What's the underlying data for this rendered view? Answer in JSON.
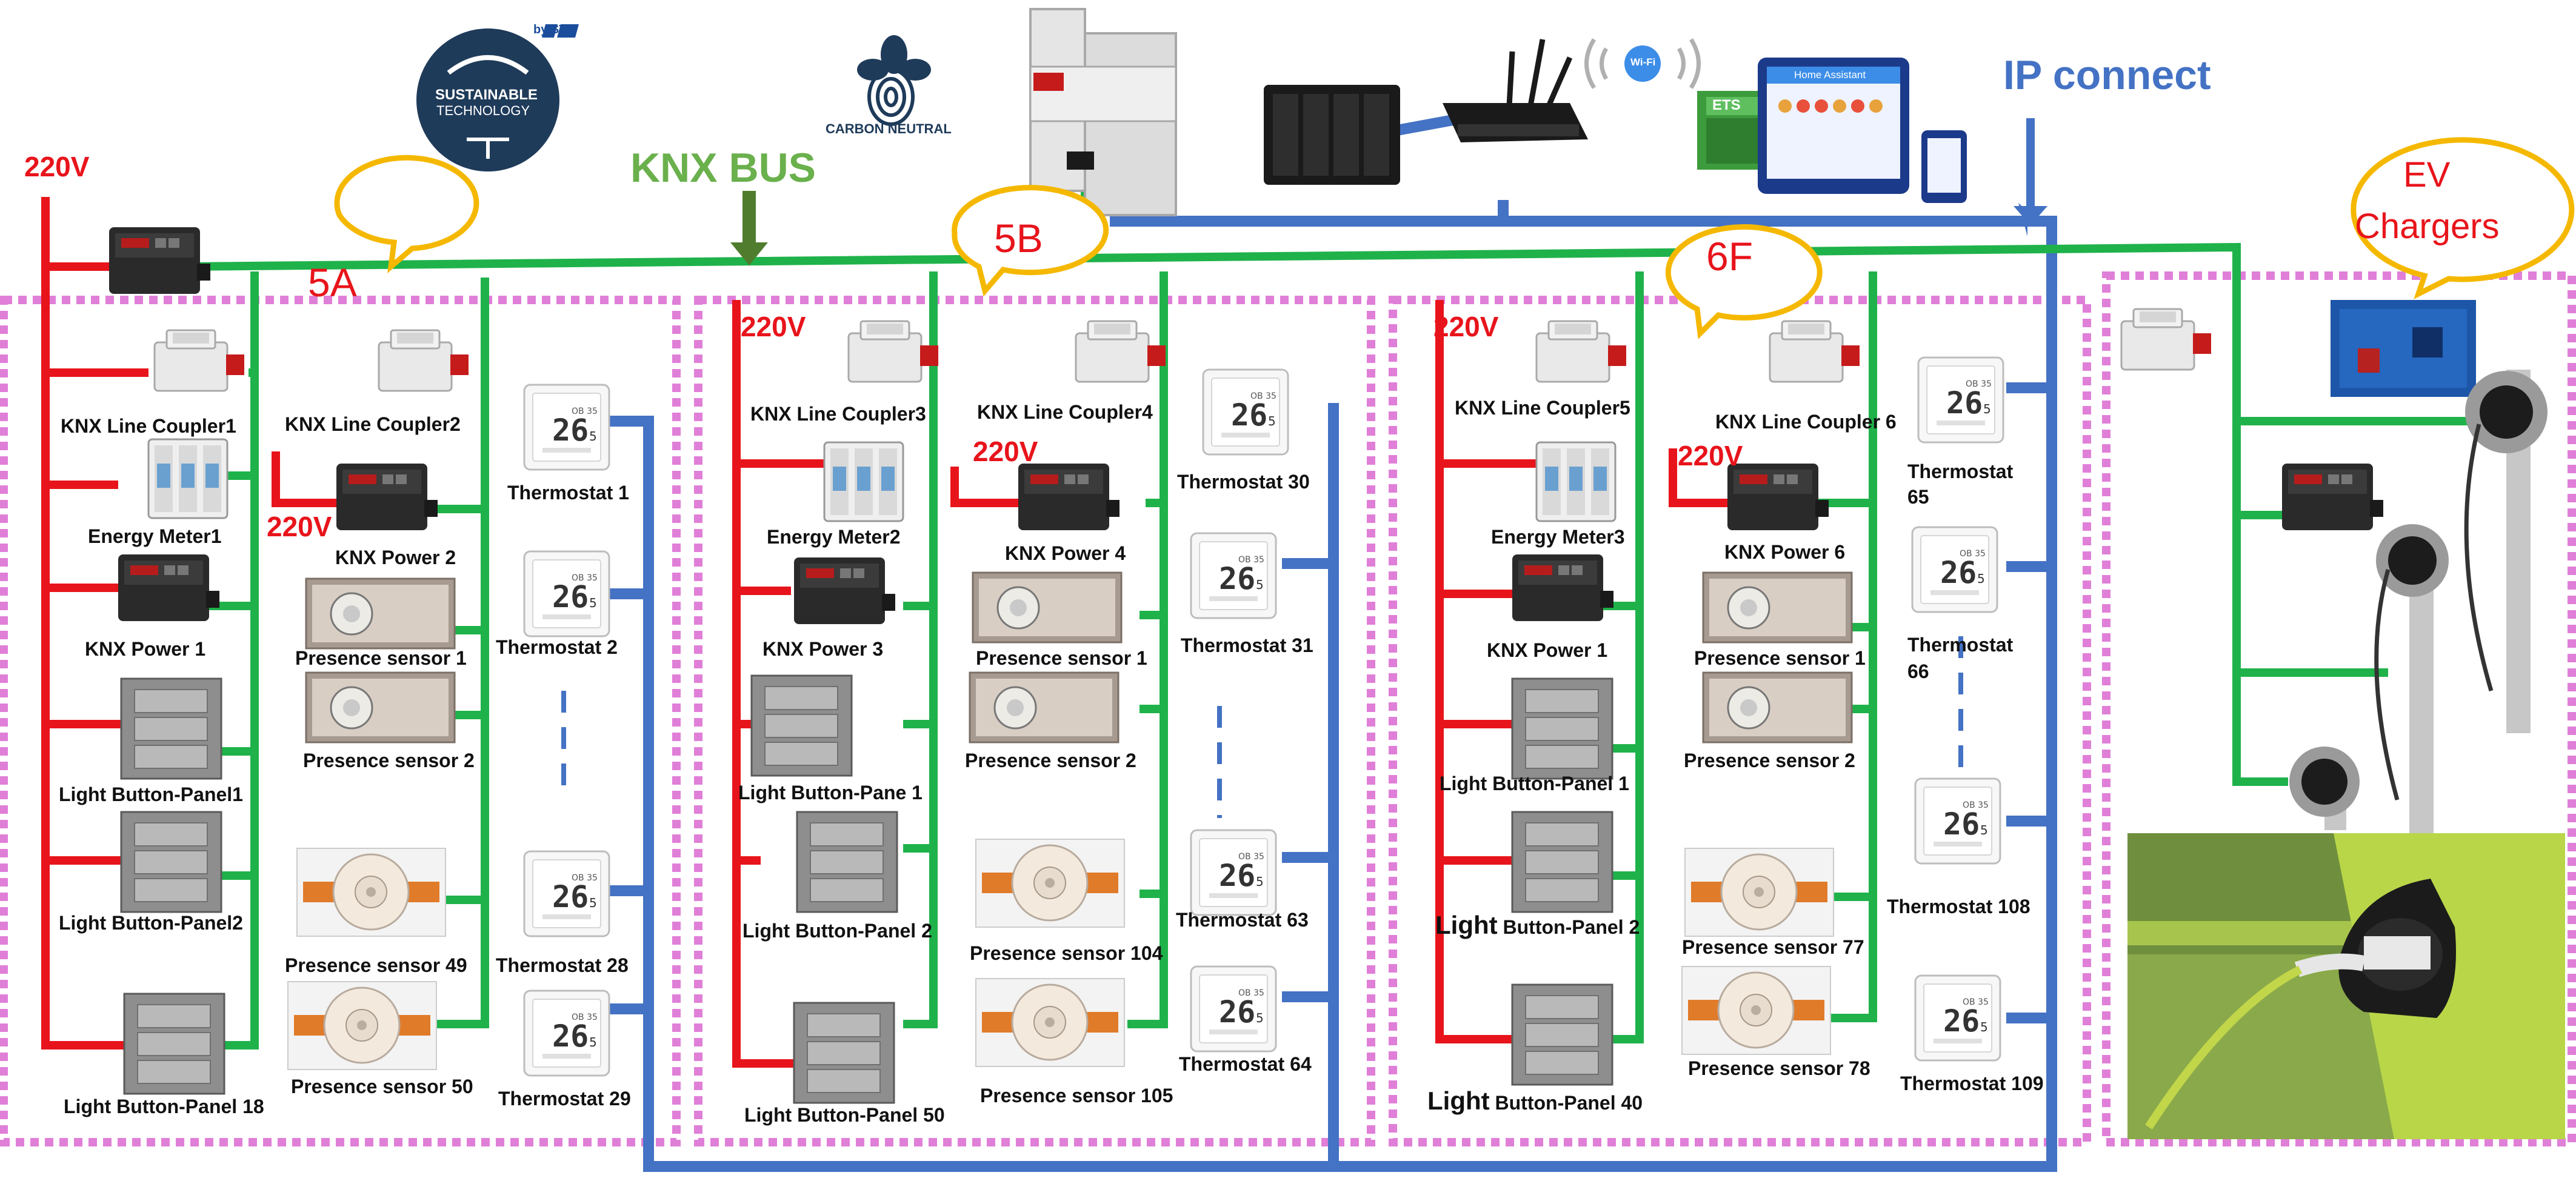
{
  "header": {
    "knx_bus": "KNX BUS",
    "ip_connect": "IP connect",
    "sustainable_logo": {
      "line1": "SUSTAINABLE",
      "line2": "TECHNOLOGY",
      "by": "by ST"
    },
    "carbon_logo": "CARBON NEUTRAL",
    "wifi": "Wi-Fi",
    "ets": "ETS",
    "home_assistant": "Home Assistant"
  },
  "voltage": "220V",
  "bubbles": {
    "z1": "5A",
    "z2": "5B",
    "z3": "6F",
    "ev_line1": "EV",
    "ev_line2": "Chargers"
  },
  "thermostat_display": "26.5",
  "zone1": {
    "coupler1": "KNX Line Coupler1",
    "coupler2": "KNX Line Coupler2",
    "energy": "Energy Meter1",
    "power_a": "KNX Power 1",
    "power_b": "KNX Power 2",
    "button1": "Light Button-Panel1",
    "button2": "Light Button-Panel2",
    "button3": "Light Button-Panel 18",
    "pres1": "Presence sensor 1",
    "pres2": "Presence sensor 2",
    "pres3": "Presence sensor 49",
    "pres4": "Presence sensor 50",
    "th1": "Thermostat 1",
    "th2": "Thermostat 2",
    "th3": "Thermostat 28",
    "th4": "Thermostat 29"
  },
  "zone2": {
    "coupler1": "KNX Line Coupler3",
    "coupler2": "KNX Line Coupler4",
    "energy": "Energy Meter2",
    "power_a": "KNX Power 3",
    "power_b": "KNX Power 4",
    "button1": "Light Button-Pane 1",
    "button2": "Light Button-Panel 2",
    "button3": "Light Button-Panel 50",
    "pres1": "Presence sensor 1",
    "pres2": "Presence sensor 2",
    "pres3": "Presence sensor 104",
    "pres4": "Presence sensor 105",
    "th1": "Thermostat 30",
    "th2": "Thermostat 31",
    "th3": "Thermostat 63",
    "th4": "Thermostat 64"
  },
  "zone3": {
    "coupler1": "KNX Line Coupler5",
    "coupler2": "KNX Line Coupler 6",
    "energy": "Energy Meter3",
    "power_a": "KNX Power 1",
    "power_b": "KNX Power 6",
    "button1": "Light Button-Panel 1",
    "button2_a": "Light",
    "button2_b": " Button-Panel 2",
    "button3_a": "Light",
    "button3_b": " Button-Panel 40",
    "pres1": "Presence sensor 1",
    "pres2": "Presence sensor 2",
    "pres3": "Presence sensor 77",
    "pres4": "Presence sensor 78",
    "th1a": "Thermostat",
    "th1b": "65",
    "th2a": "Thermostat",
    "th2b": "66",
    "th3": "Thermostat 108",
    "th4": "Thermostat 109"
  },
  "colors": {
    "knx_green": "#1fb24a",
    "power_red": "#e8141b",
    "ip_blue": "#4472c4",
    "zone_border": "#e07fd8",
    "bubble": "#f5b800",
    "header_green": "#6ab04c"
  }
}
